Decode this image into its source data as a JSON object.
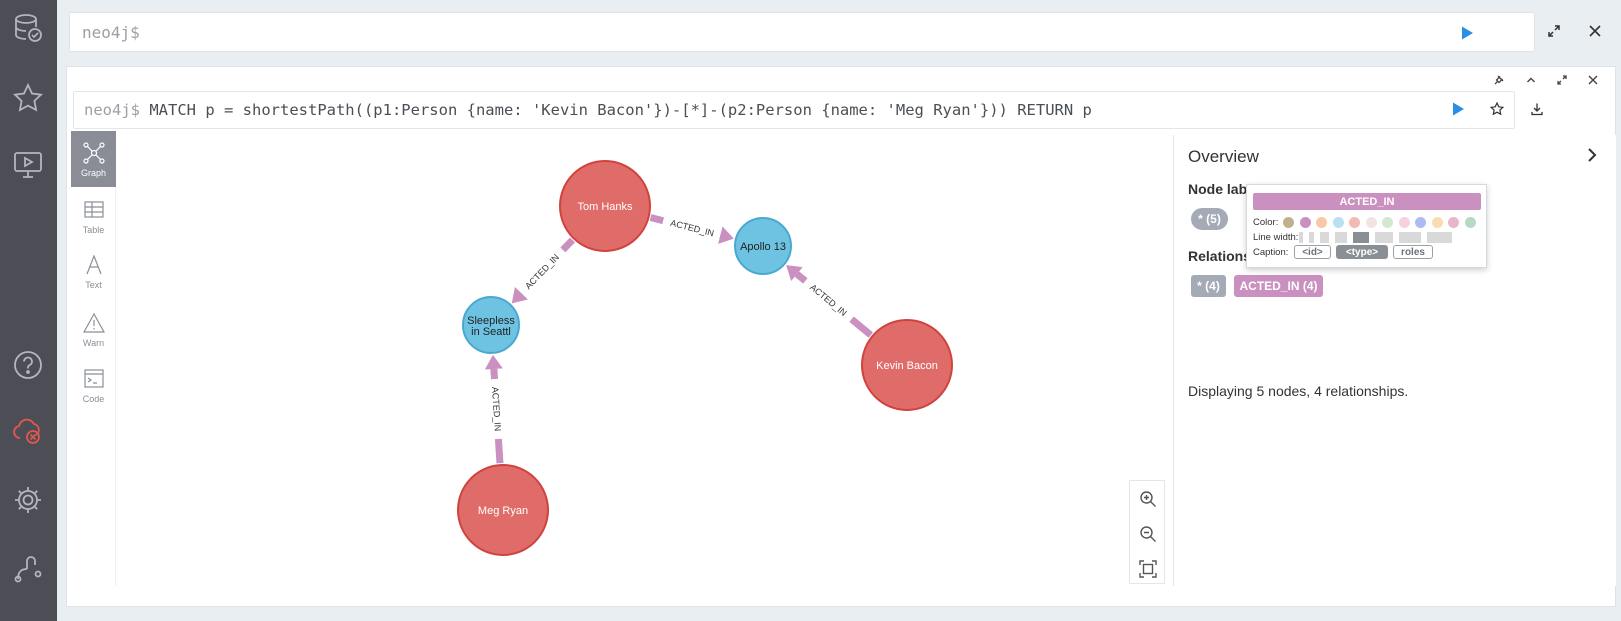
{
  "sidebar": {
    "items": [
      {
        "name": "database-icon"
      },
      {
        "name": "favorites-star-icon"
      },
      {
        "name": "guides-monitor-icon"
      },
      {
        "name": "help-icon"
      },
      {
        "name": "connection-error-icon"
      },
      {
        "name": "settings-gear-icon"
      },
      {
        "name": "about-icon"
      }
    ]
  },
  "editor": {
    "prompt": "neo4j$"
  },
  "frame": {
    "prompt": "neo4j$",
    "query": "MATCH p = shortestPath((p1:Person {name: 'Kevin Bacon'})-[*]-(p2:Person {name: 'Meg Ryan'})) RETURN p",
    "view_tabs": [
      {
        "label": "Graph",
        "icon": "graph-icon"
      },
      {
        "label": "Table",
        "icon": "table-icon"
      },
      {
        "label": "Text",
        "icon": "text-icon"
      },
      {
        "label": "Warn",
        "icon": "warn-icon"
      },
      {
        "label": "Code",
        "icon": "code-icon"
      }
    ]
  },
  "graph": {
    "nodes": [
      {
        "id": "tom",
        "label": "Tom Hanks",
        "kind": "person"
      },
      {
        "id": "apollo",
        "label": "Apollo 13",
        "kind": "movie"
      },
      {
        "id": "sleepless",
        "label1": "Sleepless",
        "label2": "in Seattl",
        "kind": "movie"
      },
      {
        "id": "kevin",
        "label": "Kevin Bacon",
        "kind": "person"
      },
      {
        "id": "meg",
        "label": "Meg Ryan",
        "kind": "person"
      }
    ],
    "edges": [
      {
        "from": "tom",
        "to": "apollo",
        "type": "ACTED_IN"
      },
      {
        "from": "tom",
        "to": "sleepless",
        "type": "ACTED_IN"
      },
      {
        "from": "kevin",
        "to": "apollo",
        "type": "ACTED_IN"
      },
      {
        "from": "meg",
        "to": "sleepless",
        "type": "ACTED_IN"
      }
    ],
    "colors": {
      "person": "#e06c6a",
      "person_stroke": "#d0423c",
      "movie": "#6ec3e2",
      "movie_stroke": "#4aa8cf",
      "edge": "#c990c0"
    }
  },
  "overview": {
    "title": "Overview",
    "node_labels_title": "Node labels",
    "node_all": "* (5)",
    "relationships_title": "Relationship types",
    "rel_all": "* (4)",
    "rel_acted": "ACTED_IN (4)",
    "summary": "Displaying 5 nodes, 4 relationships."
  },
  "popover": {
    "type": "ACTED_IN",
    "color_label": "Color:",
    "line_width_label": "Line width:",
    "caption_label": "Caption:",
    "captions": [
      "<id>",
      "<type>",
      "roles"
    ],
    "selected_caption": "<type>",
    "swatches": [
      "#c0b08c",
      "#c990c0",
      "#f8c8a8",
      "#b8e0ee",
      "#f3b9b3",
      "#f3e4e4",
      "#d3e8cf",
      "#f6d1e0",
      "#acbbf1",
      "#f8ddb0",
      "#e9b6c7",
      "#b8d8c6"
    ]
  }
}
